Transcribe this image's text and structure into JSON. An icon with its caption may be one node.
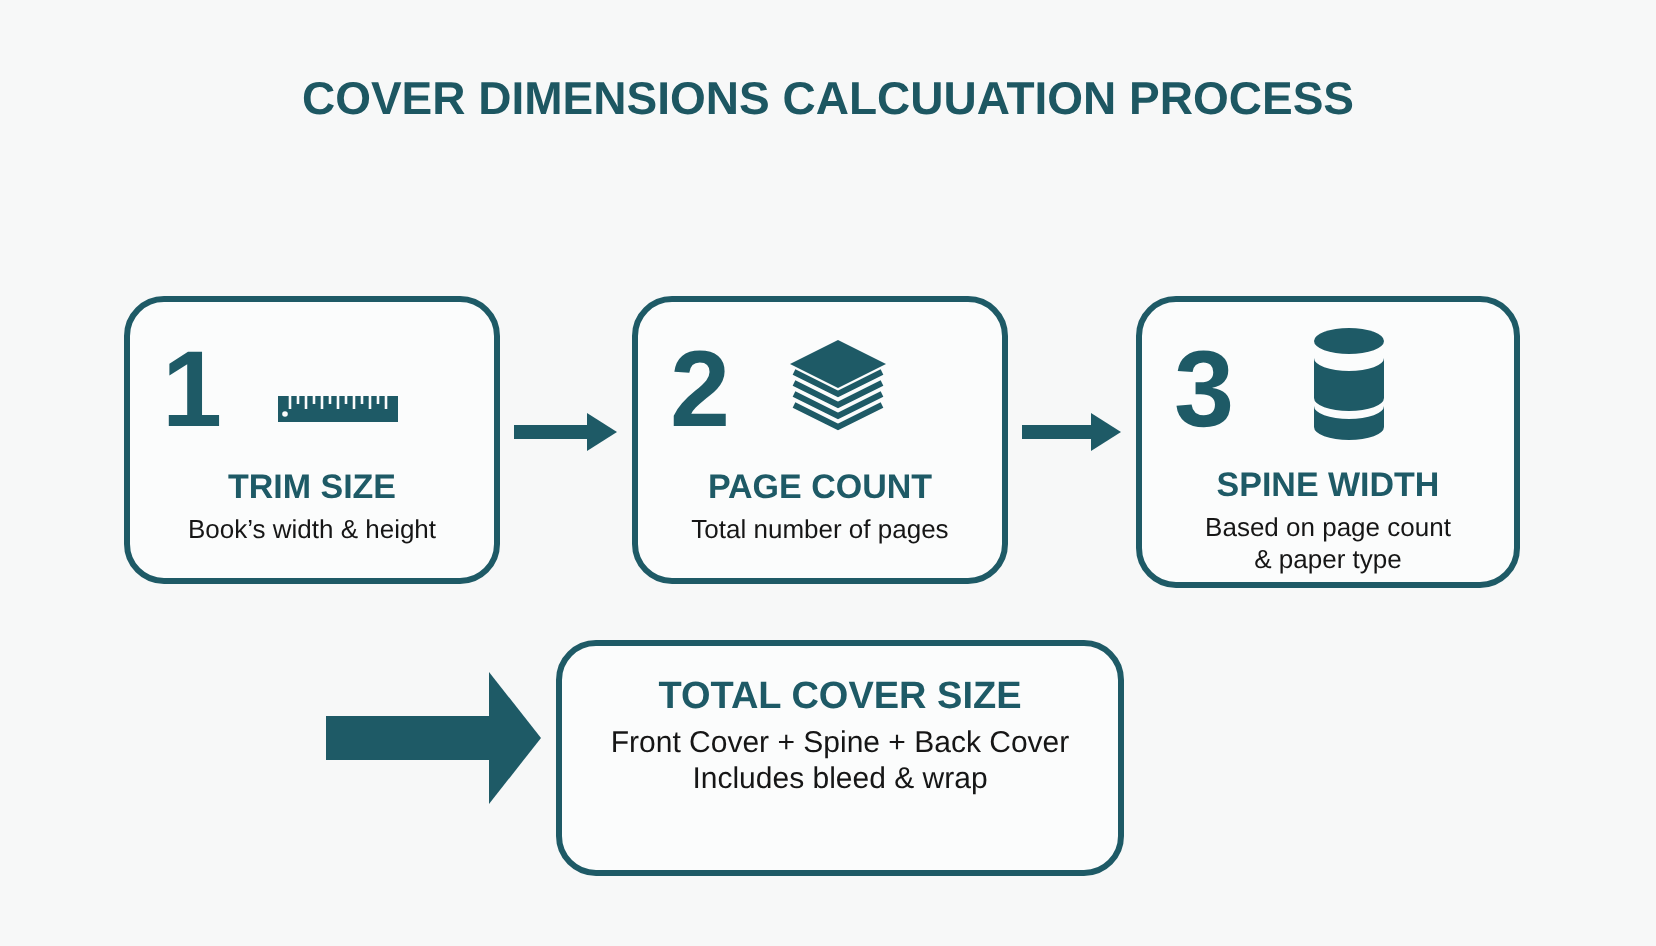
{
  "diagram": {
    "title": "COVER DIMENSIONS CALCUUATION PROCESS",
    "nodes": [
      {
        "text": [
          "1",
          "TRIM SIZE",
          "Book’s width & height"
        ]
      },
      {
        "text": [
          "2",
          "PAGE COUNT",
          "Total number of pages"
        ]
      },
      {
        "text": [
          "3",
          "SPINE WIDTH",
          "Based on page count & paper type"
        ]
      },
      {
        "text": [
          "TOTAL COVER SIZE",
          "Front Cover + Spine + Back Cover",
          "Includes bleed & wrap"
        ]
      }
    ],
    "edges": [
      {
        "from": 0,
        "to": 1,
        "arrow": "to"
      },
      {
        "from": 1,
        "to": 2,
        "arrow": "to"
      },
      {
        "from": null,
        "to": 3,
        "arrow": "to",
        "style": "thick"
      }
    ]
  }
}
